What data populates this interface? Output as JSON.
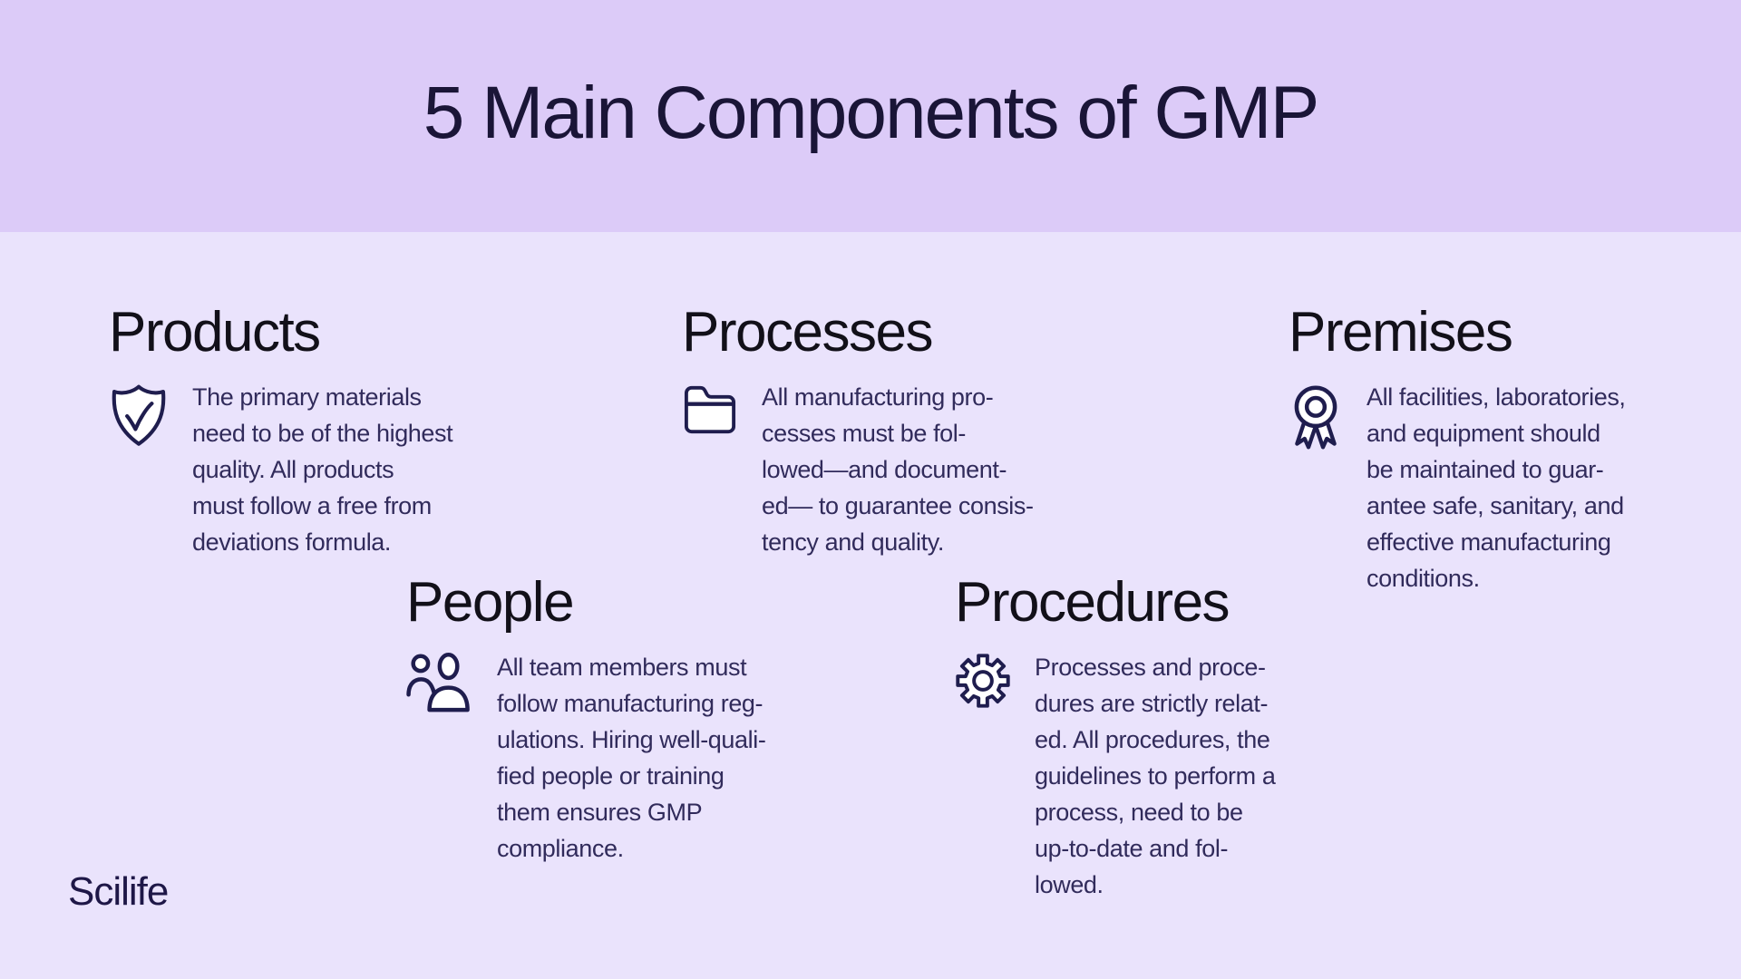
{
  "header": {
    "title": "5 Main Components of GMP"
  },
  "footer": {
    "brand": "Scilife"
  },
  "colors": {
    "header_bg": "#dccbf8",
    "body_bg": "#eae3fc",
    "title_text": "#1a1537",
    "heading_text": "#121019",
    "body_text": "#312b5b",
    "icon_stroke": "#1f1d4e",
    "icon_fill": "#ffffff"
  },
  "sections": [
    {
      "id": "products",
      "title": "Products",
      "icon": "shield-check-icon",
      "text": "The primary materials\nneed to be of the highest\nquality. All products\nmust follow a free from\ndeviations formula."
    },
    {
      "id": "processes",
      "title": "Processes",
      "icon": "folder-icon",
      "text": "All manufacturing pro-\ncesses must be fol-\nlowed—and document-\ned— to guarantee consis-\ntency and quality."
    },
    {
      "id": "premises",
      "title": "Premises",
      "icon": "award-ribbon-icon",
      "text": "All facilities, laboratories,\nand equipment should\nbe maintained to guar-\nantee safe, sanitary, and\neffective manufacturing\nconditions."
    },
    {
      "id": "people",
      "title": "People",
      "icon": "people-icon",
      "text": "All team members must\nfollow manufacturing reg-\nulations. Hiring well-quali-\nfied people or training\nthem ensures GMP\ncompliance."
    },
    {
      "id": "procedures",
      "title": "Procedures",
      "icon": "gear-icon",
      "text": "Processes and proce-\ndures are strictly relat-\ned. All procedures, the\nguidelines to perform a\nprocess, need to be\nup-to-date and fol-\nlowed."
    }
  ]
}
